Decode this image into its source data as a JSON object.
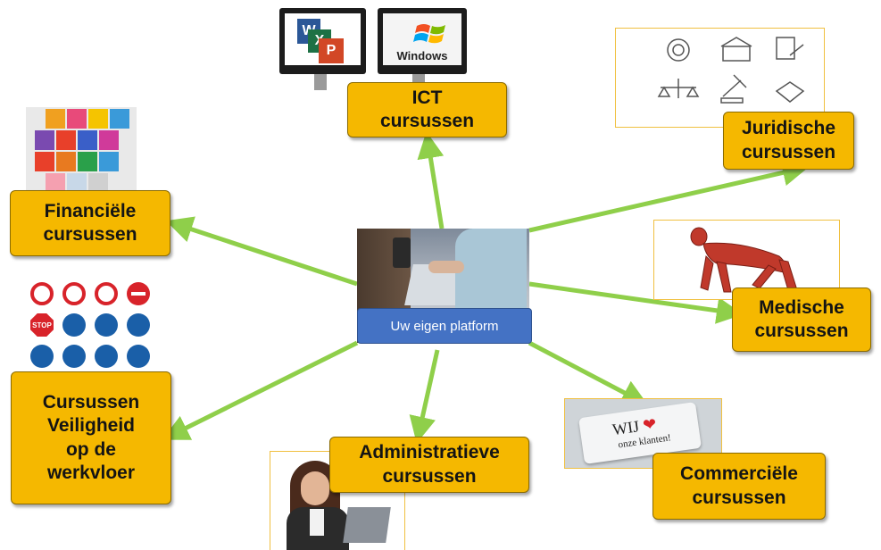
{
  "center": {
    "label": "Uw eigen platform"
  },
  "nodes": [
    {
      "id": "ict",
      "lines": [
        "ICT",
        "cursussen"
      ]
    },
    {
      "id": "juridische",
      "lines": [
        "Juridische",
        "cursussen"
      ]
    },
    {
      "id": "financiele",
      "lines": [
        "Financiële",
        "cursussen"
      ]
    },
    {
      "id": "medische",
      "lines": [
        "Medische",
        "cursussen"
      ]
    },
    {
      "id": "veiligheid",
      "lines": [
        "Cursussen",
        "Veiligheid",
        "op de",
        "werkvloer"
      ]
    },
    {
      "id": "administratieve",
      "lines": [
        "Administratieve",
        "cursussen"
      ]
    },
    {
      "id": "commerciele",
      "lines": [
        "Commerciële",
        "cursussen"
      ]
    }
  ],
  "images": {
    "windows_logo": "Windows",
    "keyboard_text": [
      "WIJ",
      "onze klanten!"
    ],
    "stop_sign": "STOP"
  },
  "colors": {
    "label_fill": "#f5b800",
    "arrow": "#8fcf4a",
    "center_button": "#4472c4"
  }
}
